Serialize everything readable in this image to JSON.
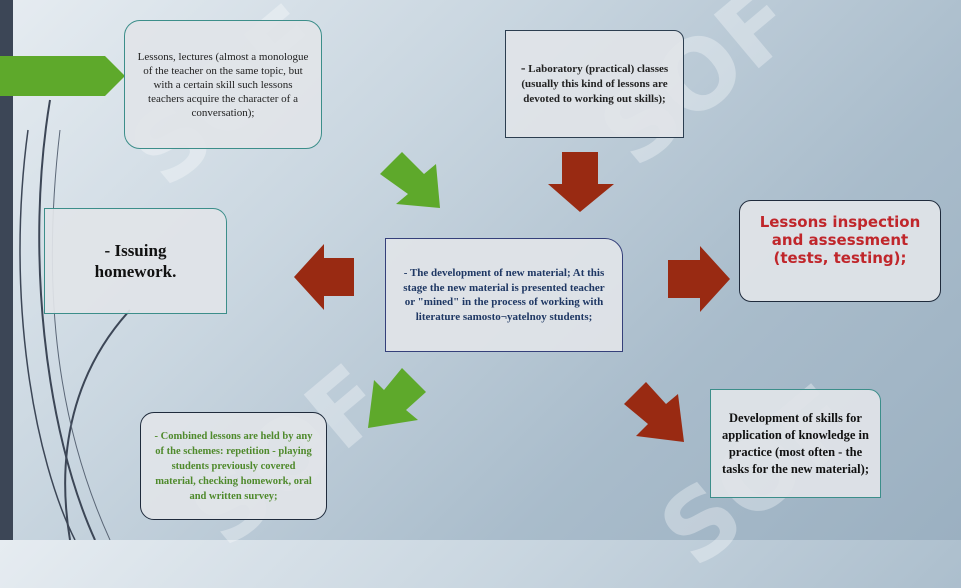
{
  "diagram": {
    "box_lessons": "Lessons, lectures (almost a monologue of the teacher on the same topic, but with a certain skill such lessons teachers acquire the character of a conversation);",
    "box_laboratory_dash": "-",
    "box_laboratory": "Laboratory (practical) classes (usually this kind of lessons are devoted to working out skills);",
    "box_homework": "- Issuing homework.",
    "box_new_material": "- The development of new material; At this stage the new material is presented teacher or \"mined\" in the process of working with literature samosto¬yatelnoy students;",
    "box_inspection": "Lessons inspection and assessment (tests, testing);",
    "box_combined": "- Combined lessons are held by any of the schemes: repetition - playing students previously covered material, checking homework, oral and written survey;",
    "box_skills": "Development of skills for application of knowledge in practice (most often - the tasks for the new material);"
  },
  "colors": {
    "green_arrow": "#5ea92b",
    "red_arrow": "#992a12",
    "teal_border": "#3c8e8a",
    "navy_text": "#1f3864",
    "red_text": "#c0262b",
    "green_text": "#4f8a2c"
  },
  "icons": [
    "arrow-right-green-icon",
    "arrow-down-green-icon",
    "arrow-down-red-icon",
    "arrow-left-red-icon",
    "arrow-right-red-icon"
  ]
}
